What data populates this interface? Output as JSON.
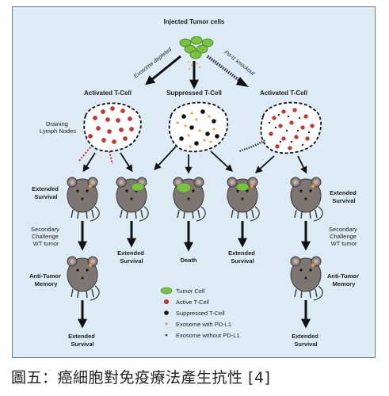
{
  "title": "Injected Tumor cells",
  "branch_left": "Exosome depleted",
  "branch_right": "Pd-l1 knockout",
  "states": {
    "left": "Activated T-Cell",
    "center": "Suppressed T-Cell",
    "right": "Activated T-Cell"
  },
  "lymph_label": [
    "Draining",
    "Lymph Nodes"
  ],
  "outcomes": {
    "extended_survival": [
      "Extended",
      "Survival"
    ],
    "death": "Death",
    "secondary_challenge": [
      "Secondary",
      "Challenge",
      "WT tumor"
    ],
    "anti_tumor_memory": [
      "Anti-Tumor",
      "Memory"
    ]
  },
  "legend": [
    {
      "label": "Tumor Cell",
      "marker": "tumor-cell",
      "color": "#7cc242"
    },
    {
      "label": "Active T-Cell",
      "marker": "active-t-cell",
      "color": "#d7312f"
    },
    {
      "label": "Suppressed T-Cell",
      "marker": "suppressed-t-cell",
      "color": "#111111"
    },
    {
      "label": "Exosome with PD-L1",
      "marker": "exosome-pdl1",
      "color": "#f09a3a"
    },
    {
      "label": "Exosome without PD-L1",
      "marker": "exosome-no-pdl1",
      "color": "#2a2340"
    }
  ],
  "caption": "圖五：癌細胞對免疫療法產生抗性 [4]"
}
